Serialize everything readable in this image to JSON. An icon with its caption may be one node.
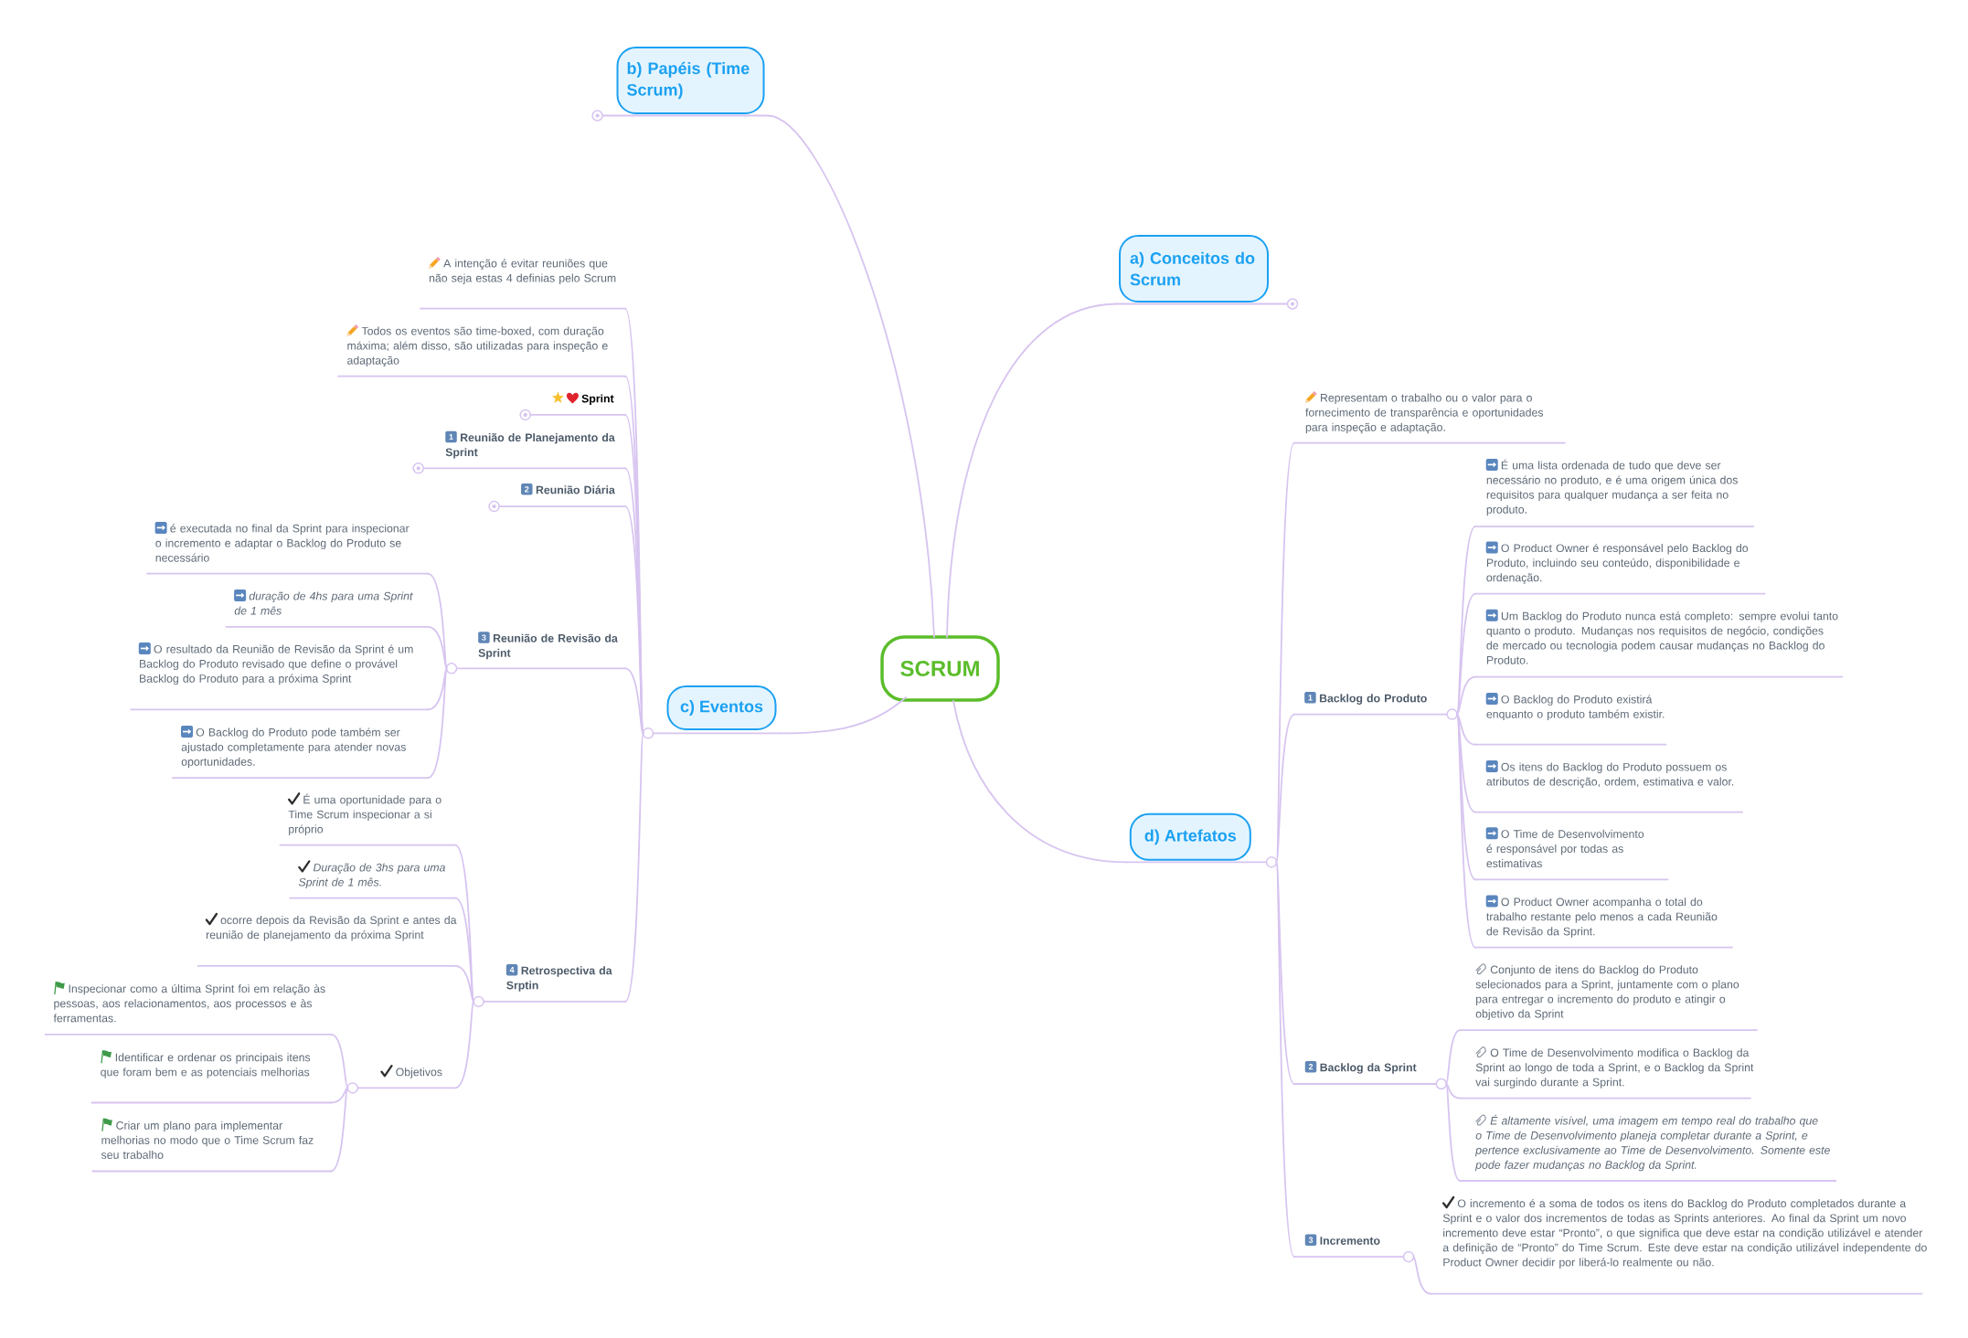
{
  "diagram": {
    "nodes": [
      {
        "text": [
          "SCRUM"
        ]
      },
      {
        "text": [
          "b) Papéis (Time Scrum)"
        ]
      },
      {
        "text": [
          "a) Conceitos do Scrum"
        ]
      },
      {
        "text": [
          "c) Eventos"
        ]
      },
      {
        "text": [
          "d) Artefatos"
        ]
      },
      {
        "text": [
          "A intenção é evitar reuniões que não seja estas 4 definias pelo Scrum"
        ]
      },
      {
        "text": [
          "Todos os eventos são time-boxed, com duração máxima; além disso, são utilizadas para inspeção e adaptação"
        ]
      },
      {
        "text": [
          "Sprint"
        ]
      },
      {
        "text": [
          "1",
          "Reunião de Planejamento da Sprint"
        ]
      },
      {
        "text": [
          "2",
          "Reunião Diária"
        ]
      },
      {
        "text": [
          "3",
          "Reunião de Revisão da Sprint"
        ]
      },
      {
        "text": [
          "é executada no final da Sprint para inspecionar o incremento e adaptar o Backlog do Produto se necessário"
        ]
      },
      {
        "text": [
          "duração de 4hs para uma Sprint de 1 mês"
        ]
      },
      {
        "text": [
          "O resultado da Reunião de Revisão da Sprint é um Backlog do Produto revisado que define o provável Backlog do Produto para a próxima Sprint"
        ]
      },
      {
        "text": [
          "O Backlog do Produto pode também ser ajustado completamente para atender novas oportunidades."
        ]
      },
      {
        "text": [
          "4",
          "Retrospectiva da Srptin"
        ]
      },
      {
        "text": [
          "É uma oportunidade para o Time Scrum inspecionar a si próprio"
        ]
      },
      {
        "text": [
          "Duração de 3hs para uma Sprint de 1 mês."
        ]
      },
      {
        "text": [
          "ocorre depois da Revisão da Sprint e antes da reunião de planejamento da próxima Sprint"
        ]
      },
      {
        "text": [
          "Objetivos"
        ]
      },
      {
        "text": [
          "Inspecionar como a última Sprint foi em relação às pessoas, aos relacionamentos, aos processos e às ferramentas."
        ]
      },
      {
        "text": [
          "Identificar e ordenar os principais itens que foram bem e as potenciais melhorias"
        ]
      },
      {
        "text": [
          "Criar um plano para implementar melhorias no modo que o Time Scrum faz seu trabalho"
        ]
      },
      {
        "text": [
          "Representam o trabalho ou o valor para o fornecimento de transparência e oportunidades para inspeção e adaptação."
        ]
      },
      {
        "text": [
          "1",
          "Backlog do Produto"
        ]
      },
      {
        "text": [
          "É uma lista ordenada de tudo que deve ser necessário no produto, e é uma origem única dos requisitos para qualquer mudança a ser feita no produto."
        ]
      },
      {
        "text": [
          "O Product Owner é responsável pelo Backlog do Produto, incluindo seu conteúdo, disponibilidade e ordenação."
        ]
      },
      {
        "text": [
          "Um Backlog do Produto nunca está completo: sempre evolui tanto quanto o produto. Mudanças nos requisitos de negócio, condições de mercado ou tecnologia podem causar mudanças no Backlog do Produto."
        ]
      },
      {
        "text": [
          "O Backlog do Produto existirá enquanto o produto também existir."
        ]
      },
      {
        "text": [
          "Os itens do Backlog do Produto possuem os atributos de descrição, ordem, estimativa e valor."
        ]
      },
      {
        "text": [
          "O Time de Desenvolvimento é responsável por todas as estimativas"
        ]
      },
      {
        "text": [
          "O Product Owner acompanha o total do trabalho restante pelo menos a cada Reunião de Revisão da Sprint."
        ]
      },
      {
        "text": [
          "2",
          "Backlog da Sprint"
        ]
      },
      {
        "text": [
          "Conjunto de itens do Backlog do Produto selecionados para a Sprint, juntamente com o plano para entregar o incremento do produto e atingir o objetivo da Sprint"
        ]
      },
      {
        "text": [
          "O Time de Desenvolvimento modifica o Backlog da Sprint ao longo de toda a Sprint, e o Backlog da Sprint vai surgindo durante a Sprint."
        ]
      },
      {
        "text": [
          "É altamente visível, uma imagem em tempo real do trabalho que o Time de Desenvolvimento planeja completar durante a Sprint, e pertence exclusivamente ao Time de Desenvolvimento. Somente este pode fazer mudanças no Backlog da Sprint."
        ]
      },
      {
        "text": [
          "3",
          "Incremento"
        ]
      },
      {
        "text": [
          "O incremento é a soma de todos os itens do Backlog do Produto completados durante a Sprint e o valor dos incrementos de todas as Sprints anteriores. Ao final da Sprint um novo incremento deve estar “Pronto”, o que significa que deve estar na condição utilizável e atender a definição de “Pronto” do Time Scrum. Este deve estar na condição utilizável independente do Product Owner decidir por liberá-lo realmente ou não."
        ]
      }
    ],
    "edges": [
      {
        "from": 0,
        "to": 1,
        "arrow": "none"
      },
      {
        "from": 0,
        "to": 2,
        "arrow": "none"
      },
      {
        "from": 0,
        "to": 3,
        "arrow": "none"
      },
      {
        "from": 0,
        "to": 4,
        "arrow": "none"
      },
      {
        "from": 3,
        "to": 5,
        "arrow": "none"
      },
      {
        "from": 3,
        "to": 6,
        "arrow": "none"
      },
      {
        "from": 3,
        "to": 7,
        "arrow": "none"
      },
      {
        "from": 3,
        "to": 8,
        "arrow": "none"
      },
      {
        "from": 3,
        "to": 9,
        "arrow": "none"
      },
      {
        "from": 3,
        "to": 10,
        "arrow": "none"
      },
      {
        "from": 3,
        "to": 15,
        "arrow": "none"
      },
      {
        "from": 10,
        "to": 11,
        "arrow": "none"
      },
      {
        "from": 10,
        "to": 12,
        "arrow": "none"
      },
      {
        "from": 10,
        "to": 13,
        "arrow": "none"
      },
      {
        "from": 10,
        "to": 14,
        "arrow": "none"
      },
      {
        "from": 15,
        "to": 16,
        "arrow": "none"
      },
      {
        "from": 15,
        "to": 17,
        "arrow": "none"
      },
      {
        "from": 15,
        "to": 18,
        "arrow": "none"
      },
      {
        "from": 15,
        "to": 19,
        "arrow": "none"
      },
      {
        "from": 19,
        "to": 20,
        "arrow": "none"
      },
      {
        "from": 19,
        "to": 21,
        "arrow": "none"
      },
      {
        "from": 19,
        "to": 22,
        "arrow": "none"
      },
      {
        "from": 4,
        "to": 23,
        "arrow": "none"
      },
      {
        "from": 4,
        "to": 24,
        "arrow": "none"
      },
      {
        "from": 4,
        "to": 32,
        "arrow": "none"
      },
      {
        "from": 4,
        "to": 36,
        "arrow": "none"
      },
      {
        "from": 24,
        "to": 25,
        "arrow": "none"
      },
      {
        "from": 24,
        "to": 26,
        "arrow": "none"
      },
      {
        "from": 24,
        "to": 27,
        "arrow": "none"
      },
      {
        "from": 24,
        "to": 28,
        "arrow": "none"
      },
      {
        "from": 24,
        "to": 29,
        "arrow": "none"
      },
      {
        "from": 24,
        "to": 30,
        "arrow": "none"
      },
      {
        "from": 24,
        "to": 31,
        "arrow": "none"
      },
      {
        "from": 32,
        "to": 33,
        "arrow": "none"
      },
      {
        "from": 32,
        "to": 34,
        "arrow": "none"
      },
      {
        "from": 32,
        "to": 35,
        "arrow": "none"
      },
      {
        "from": 36,
        "to": 37,
        "arrow": "none"
      }
    ]
  }
}
